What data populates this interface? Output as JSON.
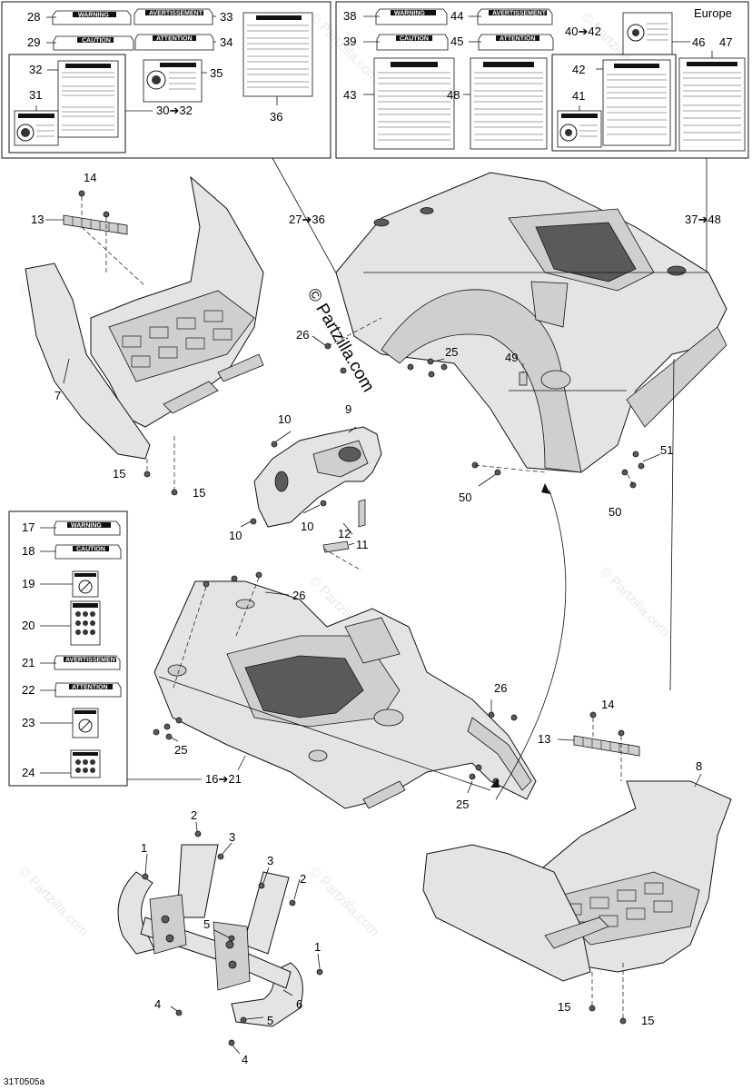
{
  "region_label": "Europe",
  "figure_code": "31T0505a",
  "watermark": {
    "brand": "Partzilla.com",
    "copyright_symbol": "©",
    "repeat_text": "© Partzilla.com"
  },
  "decal_texts": {
    "warning": "WARNING",
    "caution": "CAUTION",
    "avertissement": "AVERTISSEMENT",
    "attention": "ATTENTION"
  },
  "callouts": {
    "c1": "1",
    "c2": "2",
    "c3": "3",
    "c4": "4",
    "c5": "5",
    "c6": "6",
    "c7": "7",
    "c8": "8",
    "c9": "9",
    "c10": "10",
    "c11": "11",
    "c12": "12",
    "c13": "13",
    "c14": "14",
    "c15": "15",
    "c16_21": "16➔21",
    "c17": "17",
    "c18": "18",
    "c19": "19",
    "c20": "20",
    "c21": "21",
    "c22": "22",
    "c23": "23",
    "c24": "24",
    "c25": "25",
    "c26": "26",
    "c27_36": "27➔36",
    "c28": "28",
    "c29": "29",
    "c30_32": "30➔32",
    "c31": "31",
    "c32": "32",
    "c33": "33",
    "c34": "34",
    "c35": "35",
    "c36": "36",
    "c37_48": "37➔48",
    "c38": "38",
    "c39": "39",
    "c40_42": "40➔42",
    "c41": "41",
    "c42": "42",
    "c43": "43",
    "c44": "44",
    "c45": "45",
    "c46": "46",
    "c47": "47",
    "c48": "48",
    "c49": "49",
    "c50": "50",
    "c51": "51"
  }
}
